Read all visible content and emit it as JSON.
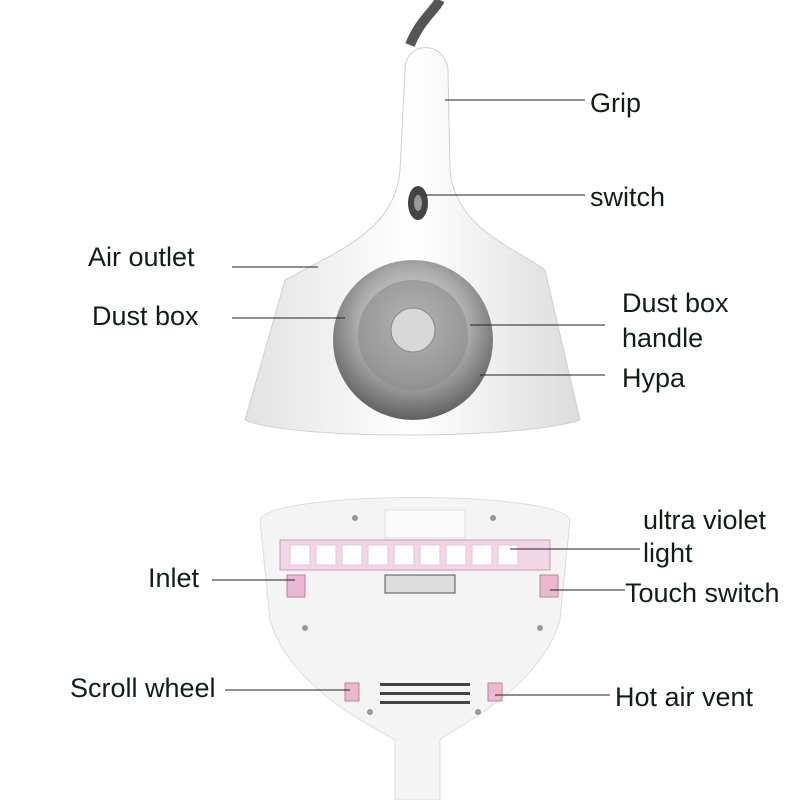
{
  "labels": {
    "grip": "Grip",
    "switch": "switch",
    "air_outlet": "Air outlet",
    "dust_box": "Dust box",
    "dust_box_handle_line1": "Dust box",
    "dust_box_handle_line2": "handle",
    "hypa": "Hypa",
    "uv_line1": "ultra violet",
    "uv_line2": "light",
    "inlet": "Inlet",
    "touch_switch": "Touch switch",
    "scroll_wheel": "Scroll wheel",
    "hot_air_vent": "Hot air vent"
  },
  "colors": {
    "text": "#0f1f14",
    "accent_pink": "#e8b4d0"
  }
}
